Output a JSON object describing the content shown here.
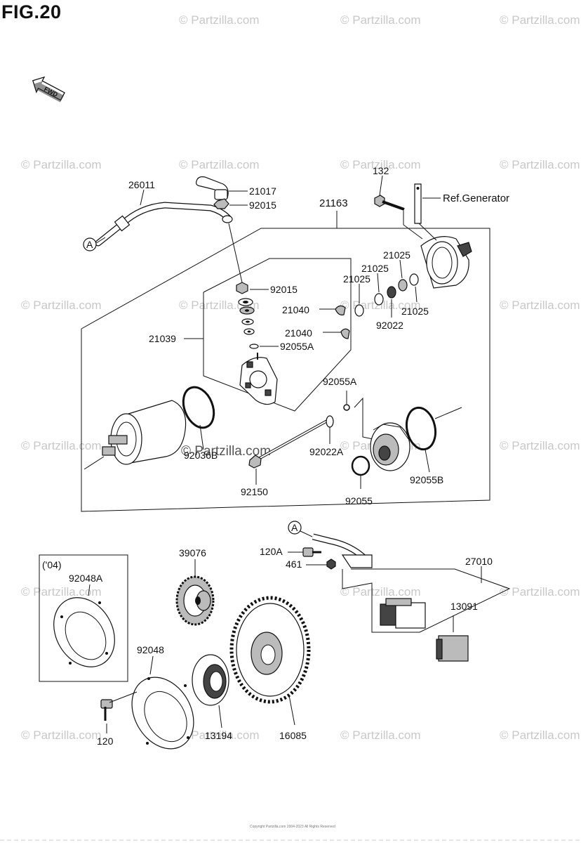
{
  "figure": {
    "title": "FIG.20",
    "fwd_label": "FWD",
    "copyright": "Copyright Partzilla.com 2004-2023 All Rights Reserved"
  },
  "watermarks": [
    "© Partzilla.com",
    "Partzilla.com"
  ],
  "callouts": {
    "c26011": "26011",
    "c21017": "21017",
    "c92015a": "92015",
    "c21163": "21163",
    "c132": "132",
    "ref_generator": "Ref.Generator",
    "c21025a": "21025",
    "c21025b": "21025",
    "c21025c": "21025",
    "c21025d": "21025",
    "c92022": "92022",
    "c92015b": "92015",
    "c21040a": "21040",
    "c21040b": "21040",
    "c21039": "21039",
    "c92055A_a": "92055A",
    "c92055A_b": "92055A",
    "c92036": "92036B",
    "c92022A": "92022A",
    "c92150": "92150",
    "c92055": "92055",
    "c92055B": "92055B",
    "marker_a1": "A",
    "marker_a2": "A",
    "c39076": "39076",
    "c120A": "120A",
    "c461": "461",
    "c27010": "27010",
    "c13091": "13091",
    "year04": "('04)",
    "c92048A": "92048A",
    "c92048": "92048",
    "c120": "120",
    "c13194": "13194",
    "c16085": "16085"
  }
}
